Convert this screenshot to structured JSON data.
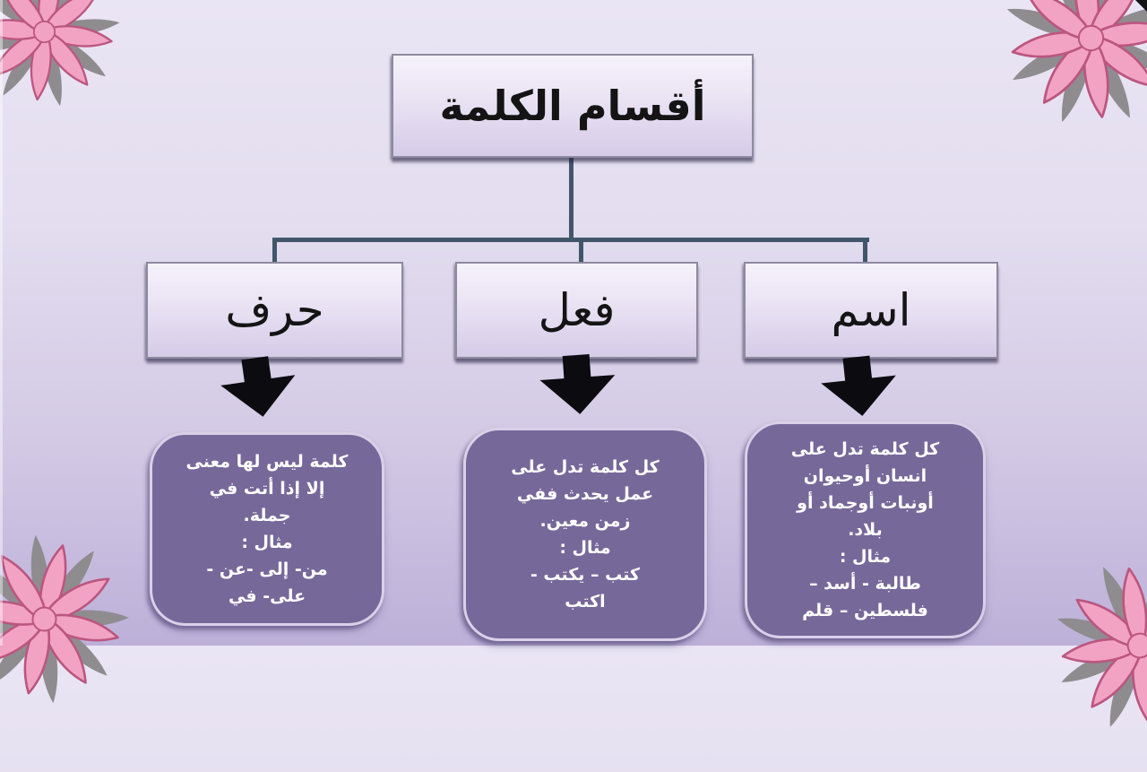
{
  "slide": {
    "title": "أقسام الكلمة",
    "branches": [
      {
        "id": "harf",
        "label": "حرف",
        "description": "كلمة ليس لها معنى\nإلا إذا أتت في\nجملة.\nمثال :\nمن- إلى -عن -\nعلى- في"
      },
      {
        "id": "fial",
        "label": "فعل",
        "description": "كل كلمة تدل على\nعمل يحدث ففي\nزمن معين.\nمثال :\nكتب – يكتب -\nاكتب"
      },
      {
        "id": "ism",
        "label": "اسم",
        "description": "كل كلمة تدل على\nانسان أوحيوان\nأونبات أوجماد أو\nبلاد.\nمثال :\nطالبة - أسد –\nفلسطين – قلم"
      }
    ],
    "colors": {
      "background_top": "#eae5f4",
      "background_bottom": "#bcb0d8",
      "node_fill_top": "#f6f2fb",
      "node_fill_bottom": "#d6cbe8",
      "node_border": "#8e8a9e",
      "connector": "#42566b",
      "description_fill": "#77689a",
      "description_border": "#d9d1e8",
      "description_text": "#ffffff",
      "arrow_black": "#0b0b10",
      "flower_pink": "#f2a3c3",
      "flower_outline": "#bb5680",
      "leaf_gray": "#8f8c8f"
    }
  }
}
